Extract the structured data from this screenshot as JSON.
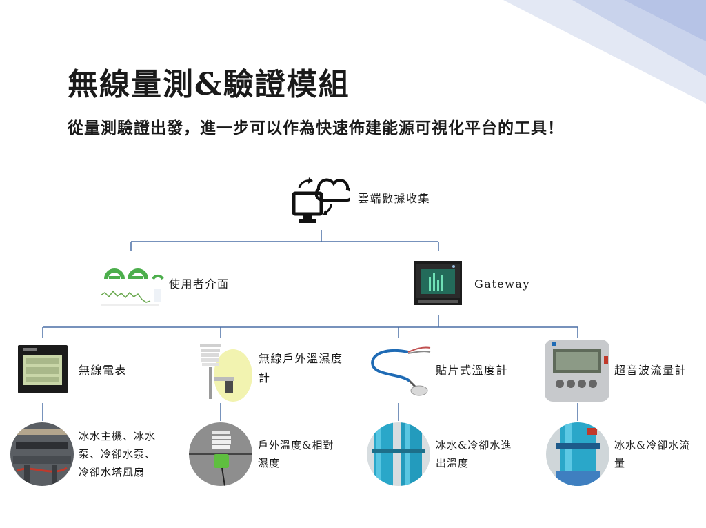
{
  "title": "無線量測&驗證模組",
  "subtitle": "從量測驗證出發，進一步可以作為快速佈建能源可視化平台的工具！",
  "root": {
    "label": "雲端數據收集",
    "icon": "cloud-computer-icon"
  },
  "level2": [
    {
      "label": "使用者介面",
      "icon": "dashboard-thumbnail"
    },
    {
      "label": "Gateway",
      "icon": "gateway-device-image"
    }
  ],
  "devices": [
    {
      "label": "無線電表",
      "icon": "power-meter-image",
      "photo_label": "冰水主機、冰水泵、冷卻水泵、冷卻水塔風扇"
    },
    {
      "label": "無線戶外溫濕度計",
      "icon": "outdoor-sensor-image",
      "photo_label": "戶外溫度&相對濕度"
    },
    {
      "label": "貼片式溫度計",
      "icon": "patch-thermometer-image",
      "photo_label": "冰水&冷卻水進出溫度"
    },
    {
      "label": "超音波流量計",
      "icon": "ultrasonic-flowmeter-image",
      "photo_label": "冰水&冷卻水流量"
    }
  ],
  "colors": {
    "connector": "#4a6fa5",
    "accent": "#3aa14c",
    "pipe": "#2aa7c9"
  }
}
